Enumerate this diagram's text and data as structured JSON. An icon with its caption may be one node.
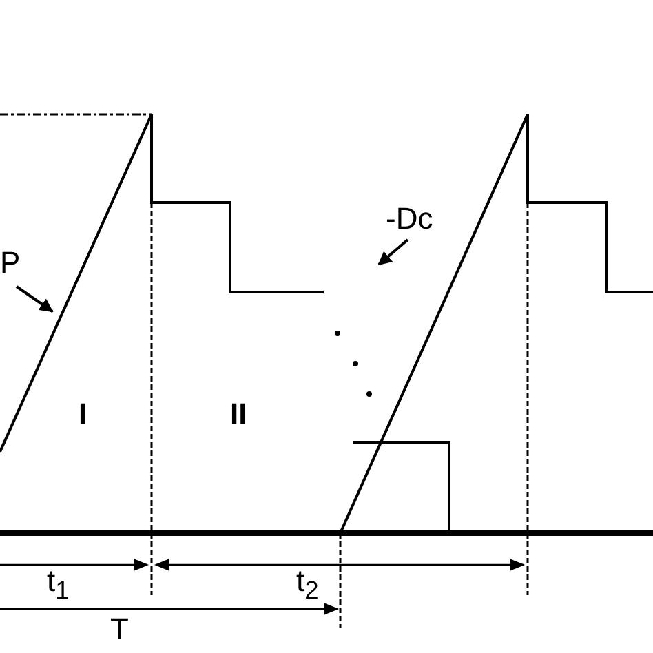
{
  "diagram": {
    "nodes": [
      {
        "text": [
          "P"
        ]
      },
      {
        "text": [
          "-Dc"
        ]
      }
    ],
    "edges": [
      {
        "from": 0,
        "to": null,
        "arrow": "to"
      },
      {
        "from": 1,
        "to": null,
        "arrow": "to"
      }
    ],
    "labels": [
      "I",
      "II",
      "t$_{1}$",
      "t$_{2}$",
      "T"
    ]
  }
}
